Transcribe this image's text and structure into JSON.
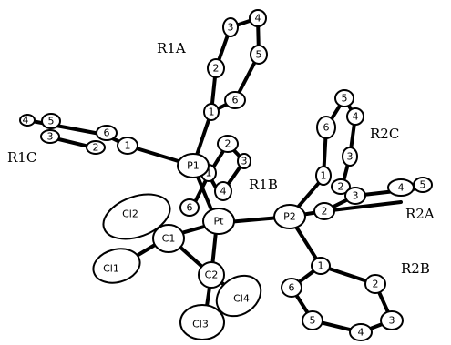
{
  "groups": {
    "r1a": "R1A",
    "r1b": "R1B",
    "r1c": "R1C",
    "r2a": "R2A",
    "r2b": "R2B",
    "r2c": "R2C"
  },
  "center": {
    "pt": "Pt",
    "p1": "P1",
    "p2": "P2",
    "c1": "C1",
    "c2": "C2",
    "cl1": "Cl1",
    "cl2": "Cl2",
    "cl3": "Cl3",
    "cl4": "Cl4"
  },
  "ring_r1a": [
    "1",
    "2",
    "3",
    "4",
    "5",
    "6"
  ],
  "ring_r1b": [
    "1",
    "2",
    "3",
    "4",
    "6"
  ],
  "ring_r1c": [
    "1",
    "2",
    "3",
    "4",
    "5",
    "6"
  ],
  "ring_r2a": [
    "2",
    "3",
    "4",
    "5"
  ],
  "ring_r2b": [
    "1",
    "2",
    "3",
    "4",
    "5",
    "6"
  ],
  "ring_r2c": [
    "1",
    "2",
    "3",
    "4",
    "5",
    "6"
  ]
}
